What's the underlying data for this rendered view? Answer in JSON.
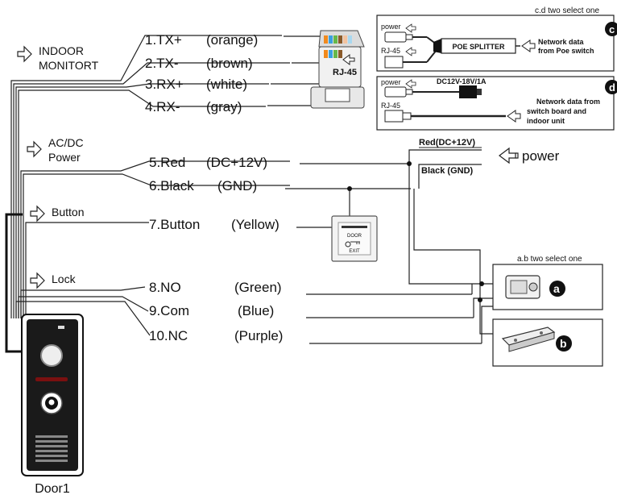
{
  "groups": {
    "indoor_line1": "INDOOR",
    "indoor_line2": "MONITORT",
    "power_line1": "AC/DC",
    "power_line2": "Power",
    "button": "Button",
    "lock": "Lock"
  },
  "wires": [
    {
      "num": "1.TX+",
      "color": "(orange)"
    },
    {
      "num": "2.TX-",
      "color": "(brown)"
    },
    {
      "num": "3.RX+",
      "color": "(white)"
    },
    {
      "num": "4.RX-",
      "color": "(gray)"
    },
    {
      "num": "5.Red",
      "color": "(DC+12V)"
    },
    {
      "num": "6.Black",
      "color": "(GND)"
    },
    {
      "num": "7.Button",
      "color": "(Yellow)"
    },
    {
      "num": "8.NO",
      "color": "(Green)"
    },
    {
      "num": "9.Com",
      "color": "(Blue)"
    },
    {
      "num": "10.NC",
      "color": "(Purple)"
    }
  ],
  "rj45_label": "RJ-45",
  "power_labels": {
    "red": "Red(DC+12V)",
    "black": "Black (GND)",
    "power": "power"
  },
  "exit_button": {
    "line1": "DOOR",
    "line2": "EXIT"
  },
  "option_c": {
    "header": "c.d two select one",
    "badge": "c",
    "power": "power",
    "rj45": "RJ-45",
    "splitter": "POE SPLITTER",
    "note_line1": "Network data",
    "note_line2": "from Poe switch"
  },
  "option_d": {
    "badge": "d",
    "power": "power",
    "adapter": "DC12V-18V/1A",
    "rj45": "RJ-45",
    "note_line1": "Network data from",
    "note_line2": "switch board and",
    "note_line3": "indoor unit"
  },
  "option_ab": {
    "header": "a.b two select one",
    "badge_a": "a",
    "badge_b": "b"
  },
  "door_label": "Door1"
}
